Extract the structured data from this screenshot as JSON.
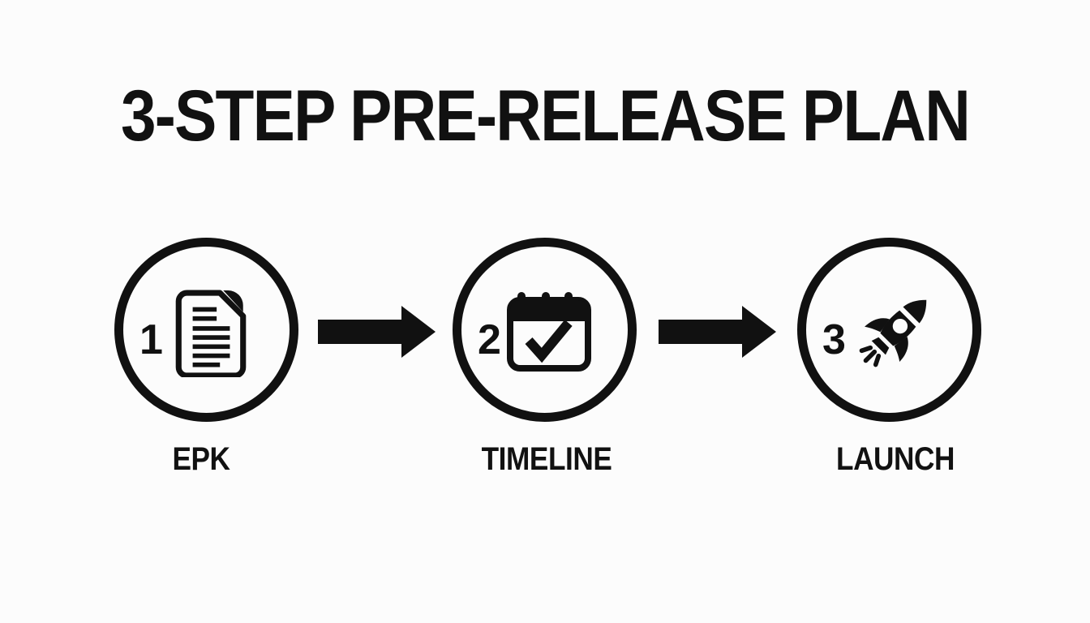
{
  "title": "3-STEP PRE-RELEASE PLAN",
  "steps": [
    {
      "number": "1",
      "label": "EPK",
      "icon": "document-icon"
    },
    {
      "number": "2",
      "label": "TIMELINE",
      "icon": "calendar-check-icon"
    },
    {
      "number": "3",
      "label": "LAUNCH",
      "icon": "rocket-icon"
    }
  ],
  "connectors": [
    {
      "icon": "arrow-right-icon"
    },
    {
      "icon": "arrow-right-icon"
    }
  ],
  "colors": {
    "foreground": "#111111",
    "background": "#fcfcfc"
  }
}
